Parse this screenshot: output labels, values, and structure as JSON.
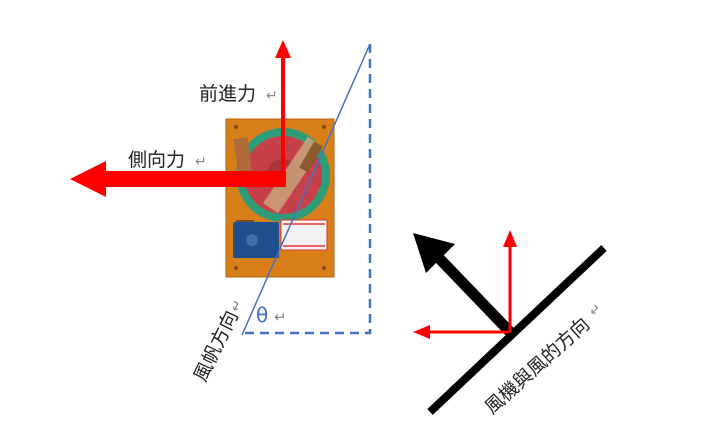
{
  "labels": {
    "forward_force": "前進力",
    "side_force": "側向力",
    "sail_direction": "風帆方向",
    "theta": "θ",
    "fan_wind_direction": "風機與風的方向"
  },
  "colors": {
    "force_arrow": "#ff0000",
    "sail_line": "#4472c4",
    "dashed_guide": "#4472c4",
    "wind_arrow": "#000000",
    "fan_bar": "#000000",
    "board_orange": "#d97f1a",
    "label_text": "#222222",
    "return_mark": "#888888"
  }
}
